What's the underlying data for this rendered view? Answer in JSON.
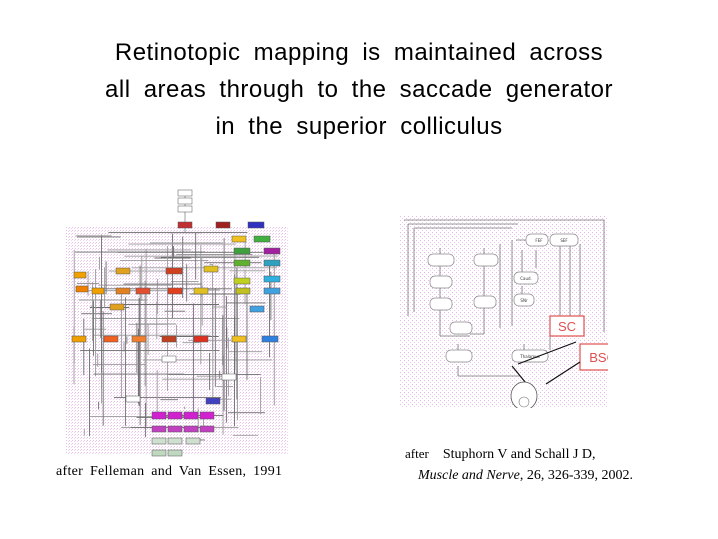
{
  "title": {
    "lines": [
      "Retinotopic mapping is maintained across",
      "all areas through to the saccade generator",
      "in the superior colliculus"
    ]
  },
  "left_figure": {
    "caption": "after Felleman and Van Essen, 1991"
  },
  "right_figure": {
    "nodes": {
      "fef": "FEF",
      "sef": "SEF",
      "caud": "Caud.",
      "snr": "SNr",
      "thalamus": "Thalamus",
      "sc": "SC",
      "bsg": "BSG"
    },
    "caption": {
      "prefix": "after",
      "authors": "Stuphorn V and Schall J D,",
      "journal": "Muscle and Nerve",
      "rest": ", 26, 326-339, 2002."
    },
    "colors": {
      "highlight": "#e05050",
      "node_fill": "#ffffff",
      "node_stroke": "#666666"
    }
  }
}
